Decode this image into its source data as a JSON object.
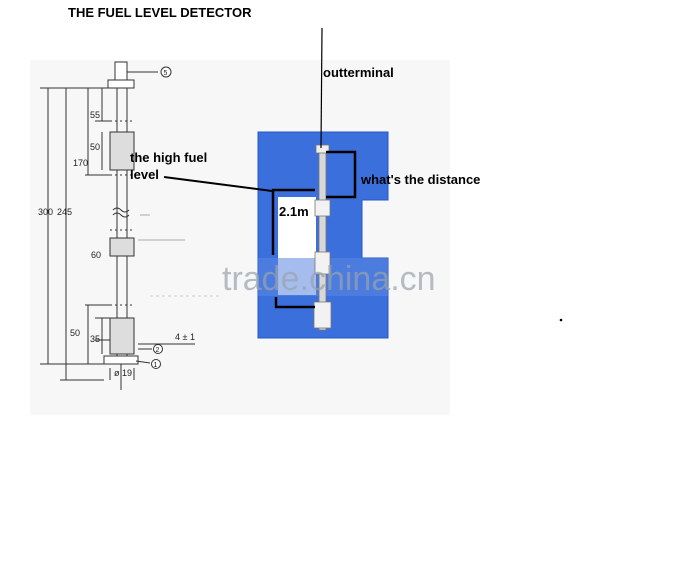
{
  "title": "THE FUEL LEVEL DETECTOR",
  "drawing": {
    "dimensions": {
      "d300": "300",
      "d245": "245",
      "d170": "170",
      "d55": "55",
      "d50_top": "50",
      "d50_bottom": "50",
      "d35": "35",
      "d60": "60",
      "tol": "4 ± 1",
      "dia": "ø 19"
    },
    "callouts": {
      "c5": "5",
      "c2": "2",
      "c1": "1"
    }
  },
  "annotations": {
    "outterminal": "outterminal",
    "high_fuel_line1": "the high fuel",
    "high_fuel_line2": "level",
    "distance_question": "what's the distance",
    "length": "2.1m"
  },
  "watermark": "trade.china.cn",
  "colors": {
    "panel": "#3a6fdc",
    "panel_dark": "#2457c7",
    "line": "#000000"
  }
}
